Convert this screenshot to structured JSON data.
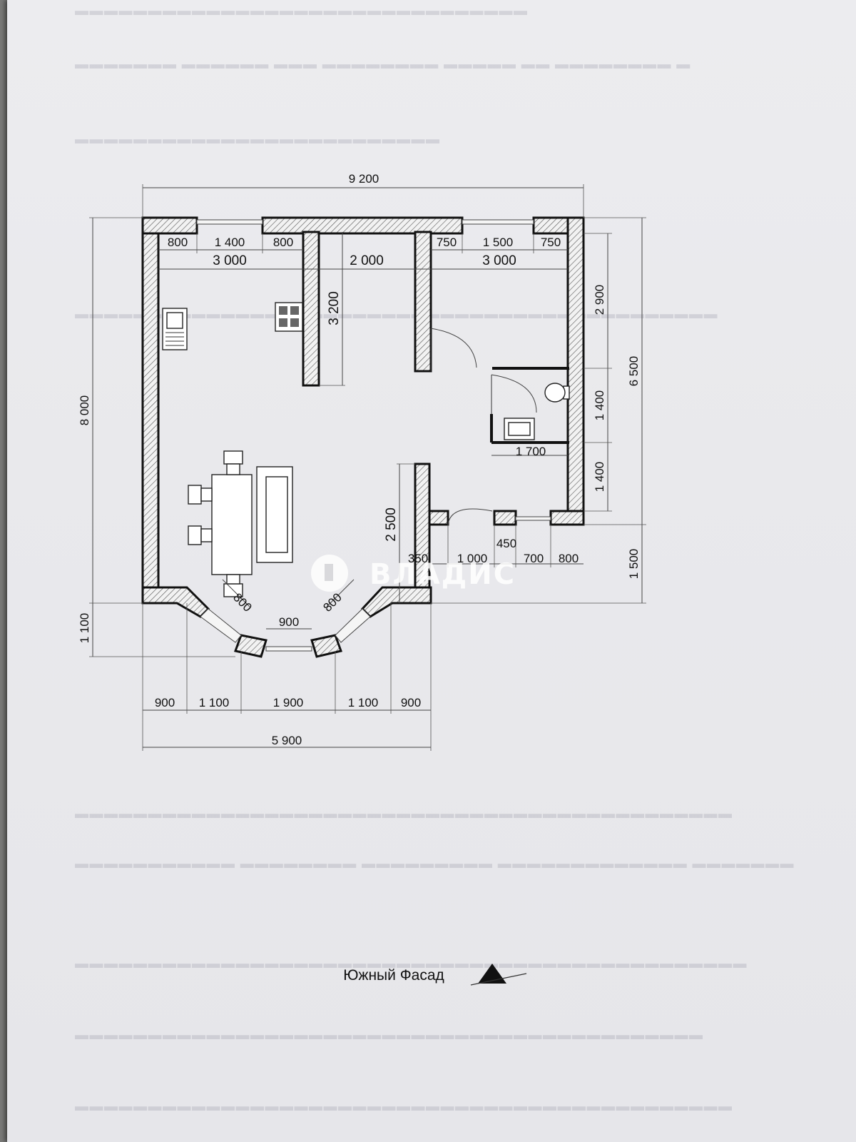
{
  "dimensions": {
    "total_width_top": "9 200",
    "total_width_bottom": "5 900",
    "total_height_left": "8 000",
    "right_height_total": "6 500",
    "right_height_bottom": "1 500",
    "left_bay_depth": "1 100",
    "room_kitchen_width": "3 000",
    "room_middle_width": "2 000",
    "room_right_width": "3 000",
    "kitchen_window_left": "800",
    "kitchen_window_width": "1 400",
    "kitchen_window_right": "800",
    "right_window_left": "750",
    "right_window_width": "1 500",
    "right_window_right": "750",
    "partition_length": "3 200",
    "bedroom_depth": "2 900",
    "bathroom_depth": "1 400",
    "hall_depth": "1 400",
    "bathroom_width": "1 700",
    "living_partition": "2 500",
    "wall_350": "350",
    "door_450": "450",
    "entry_1000": "1 000",
    "entry_700": "700",
    "entry_800": "800",
    "bay_side_left": "800",
    "bay_side_right": "800",
    "bay_front": "900",
    "bottom_seg_1": "900",
    "bottom_seg_2": "1 100",
    "bottom_seg_3": "1 900",
    "bottom_seg_4": "1 100",
    "bottom_seg_5": "900"
  },
  "facade_label": "Южный Фасад",
  "watermark": "ВЛАДИС",
  "colors": {
    "wall_outline": "#111111",
    "paper": "#eaeaed",
    "ink": "#111111"
  }
}
